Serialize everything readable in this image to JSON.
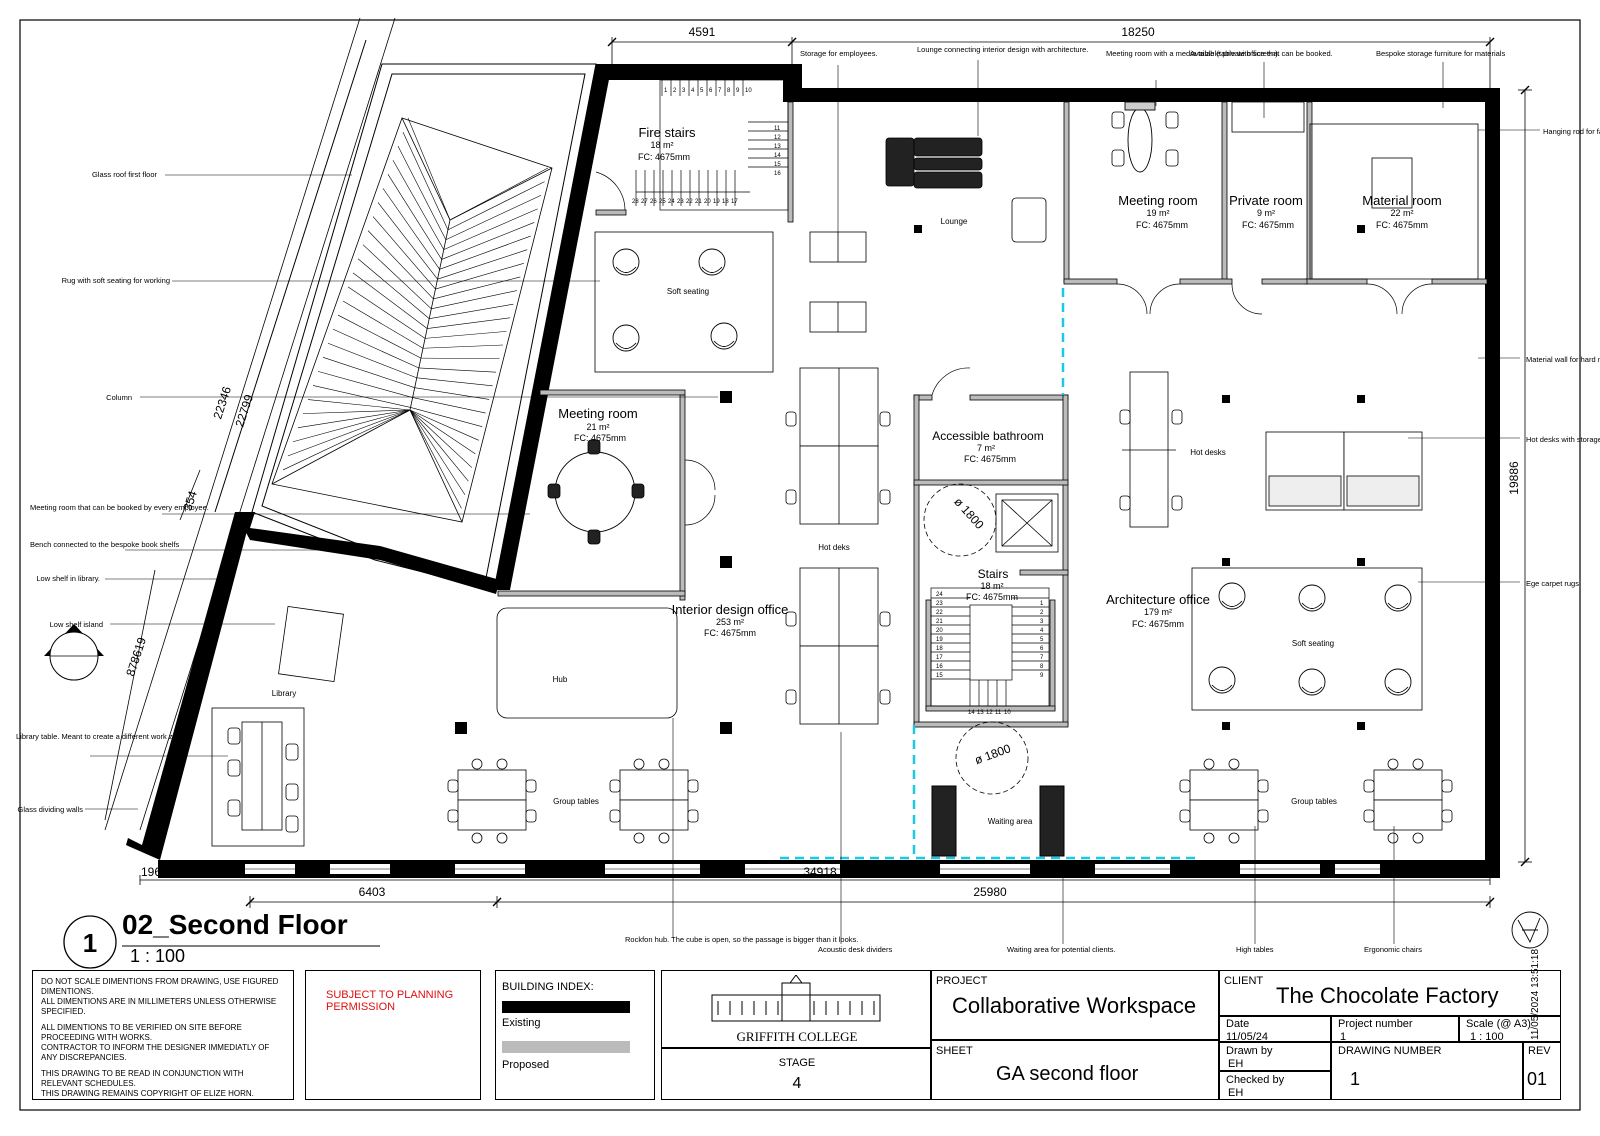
{
  "dimensions": {
    "top_left": "4591",
    "top_right": "18250",
    "left_diag_a": "22346",
    "left_diag_b": "22799",
    "left_small": "354",
    "left_long": "878619",
    "right_height": "19886",
    "bottom_total": "34918",
    "bottom_left": "6403",
    "bottom_right": "25980",
    "bottom_small": "196",
    "circle_turn_a": "ø 1800",
    "circle_turn_b": "ø 1800"
  },
  "rooms": {
    "fire_stairs": {
      "name": "Fire stairs",
      "area": "18 m²",
      "fc": "FC: 4675mm"
    },
    "meeting_room_left": {
      "name": "Meeting room",
      "area": "21 m²",
      "fc": "FC: 4675mm"
    },
    "interior_office": {
      "name": "Interior design office",
      "area": "253 m²",
      "fc": "FC: 4675mm"
    },
    "accessible_bathroom": {
      "name": "Accessible bathroom",
      "area": "7 m²",
      "fc": "FC: 4675mm"
    },
    "stairs": {
      "name": "Stairs",
      "area": "18 m²",
      "fc": "FC: 4675mm"
    },
    "meeting_room_right": {
      "name": "Meeting room",
      "area": "19 m²",
      "fc": "FC: 4675mm"
    },
    "private_room": {
      "name": "Private room",
      "area": "9 m²",
      "fc": "FC: 4675mm"
    },
    "material_room": {
      "name": "Material room",
      "area": "22 m²",
      "fc": "FC: 4675mm"
    },
    "architecture_office": {
      "name": "Architecture office",
      "area": "179 m²",
      "fc": "FC: 4675mm"
    }
  },
  "zone_labels": {
    "soft_seating_top": "Soft seating",
    "lounge": "Lounge",
    "hot_deks": "Hot deks",
    "hot_desks": "Hot desks",
    "hub": "Hub",
    "library": "Library",
    "group_tables_left": "Group tables",
    "group_tables_right": "Group tables",
    "waiting_area": "Waiting area",
    "soft_seating_right": "Soft seating"
  },
  "annotations_left": [
    "Glass roof first floor",
    "Rug with soft seating for working",
    "Column",
    "Meeting room that can be booked by every employee.",
    "Bench connected to the bespoke book shelfs",
    "Low shelf in library.",
    "Low shelf island",
    "Library table. Meant to create a different work zone.",
    "Glass dividing walls"
  ],
  "annotations_top": [
    "Storage for employees.",
    "Lounge connecting interior design with architecture.",
    "Meeting room with a media table (table with screen).",
    "Available private office that can be booked.",
    "Bespoke storage furniture for materials"
  ],
  "annotations_right": [
    "Hanging rod for fabric samples.",
    "Material wall for hard materials.",
    "Hot desks with storage under.",
    "Ege carpet rugs"
  ],
  "annotations_bottom": [
    "Rockfon hub. The cube is open, so the passage is bigger than it looks.",
    "Acoustic desk dividers",
    "Waiting area for potential clients.",
    "High tables",
    "Ergonomic chairs"
  ],
  "drawing_title": {
    "number": "1",
    "name": "02_Second Floor",
    "scale": "1 : 100"
  },
  "title_block": {
    "notes": [
      "DO NOT SCALE DIMENTIONS FROM DRAWING, USE FIGURED DIMENTIONS.",
      "ALL DIMENTIONS ARE IN MILLIMETERS UNLESS OTHERWISE SPECIFIED.",
      "ALL DIMENTIONS TO BE VERIFIED ON SITE BEFORE PROCEEDING WITH WORKS.",
      "CONTRACTOR TO INFORM THE DESIGNER IMMEDIATLY OF ANY DISCREPANCIES.",
      "THIS DRAWING TO BE READ IN CONJUNCTION WITH RELEVANT SCHEDULES.",
      "THIS DRAWING REMAINS COPYRIGHT OF ELIZE HORN."
    ],
    "planning": "SUBJECT TO PLANNING PERMISSION",
    "building_index": "BUILDING INDEX:",
    "existing": "Existing",
    "proposed": "Proposed",
    "college": "GRIFFITH COLLEGE",
    "stage_label": "STAGE",
    "stage_value": "4",
    "project_label": "PROJECT",
    "project_value": "Collaborative Workspace",
    "sheet_label": "SHEET",
    "sheet_value": "GA second floor",
    "client_label": "CLIENT",
    "client_value": "The Chocolate Factory",
    "date_label": "Date",
    "date_value": "11/05/24",
    "project_number_label": "Project number",
    "project_number_value": "1",
    "scale_label": "Scale (@ A3)",
    "scale_value": "1 : 100",
    "drawn_by_label": "Drawn by",
    "drawn_by_value": "EH",
    "drawing_number_label": "DRAWING NUMBER",
    "drawing_number_value": "1",
    "rev_label": "REV",
    "rev_value": "01",
    "checked_by_label": "Checked by",
    "checked_by_value": "EH",
    "timestamp": "11/05/2024 13:51:18"
  },
  "colors": {
    "accessible_route": "#1ec8e0",
    "planning_text": "#e01010",
    "existing_fill": "#000000",
    "proposed_fill": "#bbbbbb"
  }
}
